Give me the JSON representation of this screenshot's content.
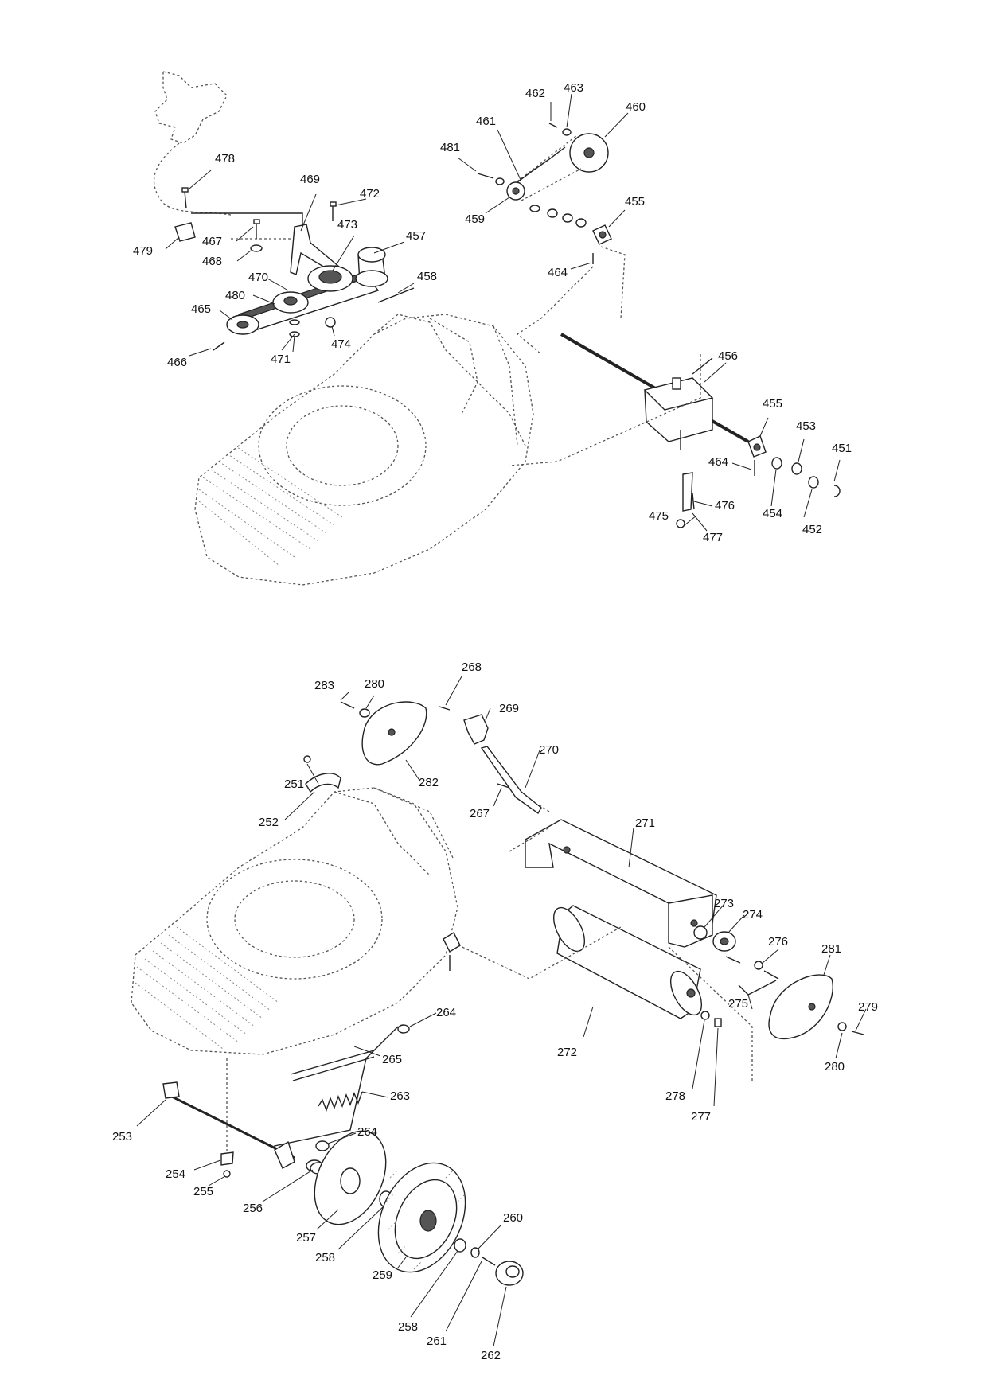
{
  "diagram": {
    "labels_upper": [
      "451",
      "452",
      "453",
      "454",
      "455",
      "456",
      "457",
      "458",
      "459",
      "460",
      "461",
      "462",
      "463",
      "464",
      "465",
      "466",
      "467",
      "468",
      "469",
      "470",
      "471",
      "472",
      "473",
      "474",
      "475",
      "476",
      "477",
      "478",
      "479",
      "480",
      "481"
    ],
    "labels_lower": [
      "251",
      "252",
      "253",
      "254",
      "255",
      "256",
      "257",
      "258",
      "259",
      "260",
      "261",
      "262",
      "263",
      "264",
      "265",
      "267",
      "268",
      "269",
      "270",
      "271",
      "272",
      "273",
      "274",
      "275",
      "276",
      "277",
      "278",
      "279",
      "280",
      "281",
      "282",
      "283"
    ],
    "parts": [
      {
        "id": "p478",
        "label": "478"
      },
      {
        "id": "p469",
        "label": "469"
      },
      {
        "id": "p472",
        "label": "472"
      },
      {
        "id": "p467",
        "label": "467"
      },
      {
        "id": "p473",
        "label": "473"
      },
      {
        "id": "p457",
        "label": "457"
      },
      {
        "id": "p479",
        "label": "479"
      },
      {
        "id": "p468",
        "label": "468"
      },
      {
        "id": "p470",
        "label": "470"
      },
      {
        "id": "p458",
        "label": "458"
      },
      {
        "id": "p480",
        "label": "480"
      },
      {
        "id": "p465",
        "label": "465"
      },
      {
        "id": "p474",
        "label": "474"
      },
      {
        "id": "p471",
        "label": "471"
      },
      {
        "id": "p466",
        "label": "466"
      },
      {
        "id": "p462",
        "label": "462"
      },
      {
        "id": "p463",
        "label": "463"
      },
      {
        "id": "p460",
        "label": "460"
      },
      {
        "id": "p461",
        "label": "461"
      },
      {
        "id": "p481",
        "label": "481"
      },
      {
        "id": "p455a",
        "label": "455"
      },
      {
        "id": "p459",
        "label": "459"
      },
      {
        "id": "p464a",
        "label": "464"
      },
      {
        "id": "p456",
        "label": "456"
      },
      {
        "id": "p455b",
        "label": "455"
      },
      {
        "id": "p453",
        "label": "453"
      },
      {
        "id": "p451",
        "label": "451"
      },
      {
        "id": "p464b",
        "label": "464"
      },
      {
        "id": "p454",
        "label": "454"
      },
      {
        "id": "p476",
        "label": "476"
      },
      {
        "id": "p475",
        "label": "475"
      },
      {
        "id": "p477",
        "label": "477"
      },
      {
        "id": "p452",
        "label": "452"
      },
      {
        "id": "p268",
        "label": "268"
      },
      {
        "id": "p283",
        "label": "283"
      },
      {
        "id": "p280a",
        "label": "280"
      },
      {
        "id": "p269",
        "label": "269"
      },
      {
        "id": "p270",
        "label": "270"
      },
      {
        "id": "p251",
        "label": "251"
      },
      {
        "id": "p282",
        "label": "282"
      },
      {
        "id": "p267",
        "label": "267"
      },
      {
        "id": "p252",
        "label": "252"
      },
      {
        "id": "p271",
        "label": "271"
      },
      {
        "id": "p273",
        "label": "273"
      },
      {
        "id": "p274",
        "label": "274"
      },
      {
        "id": "p281",
        "label": "281"
      },
      {
        "id": "p276",
        "label": "276"
      },
      {
        "id": "p279",
        "label": "279"
      },
      {
        "id": "p275",
        "label": "275"
      },
      {
        "id": "p264a",
        "label": "264"
      },
      {
        "id": "p280b",
        "label": "280"
      },
      {
        "id": "p272",
        "label": "272"
      },
      {
        "id": "p265",
        "label": "265"
      },
      {
        "id": "p278",
        "label": "278"
      },
      {
        "id": "p263",
        "label": "263"
      },
      {
        "id": "p277",
        "label": "277"
      },
      {
        "id": "p253",
        "label": "253"
      },
      {
        "id": "p264b",
        "label": "264"
      },
      {
        "id": "p254",
        "label": "254"
      },
      {
        "id": "p255",
        "label": "255"
      },
      {
        "id": "p256",
        "label": "256"
      },
      {
        "id": "p260",
        "label": "260"
      },
      {
        "id": "p257",
        "label": "257"
      },
      {
        "id": "p258a",
        "label": "258"
      },
      {
        "id": "p259",
        "label": "259"
      },
      {
        "id": "p258b",
        "label": "258"
      },
      {
        "id": "p261",
        "label": "261"
      },
      {
        "id": "p262",
        "label": "262"
      }
    ]
  }
}
